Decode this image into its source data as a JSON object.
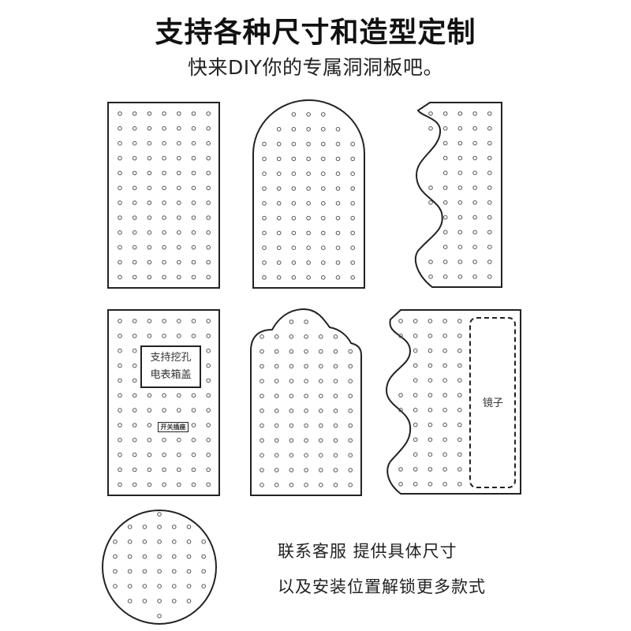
{
  "header": {
    "title": "支持各种尺寸和造型定制",
    "subtitle": "快来DIY你的专属洞洞板吧。"
  },
  "boards": [
    {
      "id": "rectangle",
      "shape": "rectangle"
    },
    {
      "id": "arch",
      "shape": "arch"
    },
    {
      "id": "wave-left",
      "shape": "wavy-left-edge"
    },
    {
      "id": "rectangle-with-cutouts",
      "shape": "rectangle",
      "cutouts": {
        "meter_box": [
          "支持挖孔",
          "电表箱盖"
        ],
        "socket": "开关插座"
      }
    },
    {
      "id": "scalloped-top",
      "shape": "scalloped-top"
    },
    {
      "id": "wave-with-mirror",
      "shape": "wavy-left-edge",
      "mirror_label": "镜子"
    },
    {
      "id": "circle",
      "shape": "circle"
    }
  ],
  "notes": {
    "line1": "联系客服 提供具体尺寸",
    "line2": "以及安装位置解锁更多款式"
  },
  "colors": {
    "outline": "#222222",
    "hole": "#555555",
    "background": "#ffffff"
  }
}
